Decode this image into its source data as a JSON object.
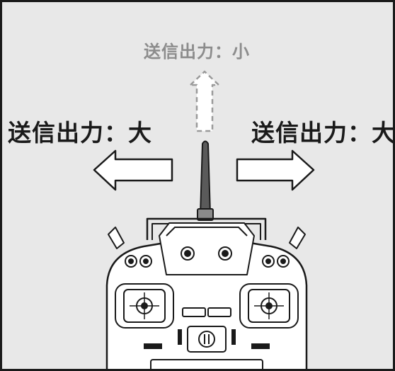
{
  "labels": {
    "forward": "送信出力：小",
    "left": "送信出力：大",
    "right": "送信出力：大"
  },
  "colors": {
    "frame_border": "#1a1a1a",
    "background": "#e8e8e8",
    "faint_text": "#8c8c8c",
    "strong_text": "#1a1a1a",
    "arrow_fill": "#ffffff",
    "arrow_dashed_stroke": "#9a9a9a"
  },
  "icons": {
    "antenna": "antenna-icon",
    "transmitter": "rc-transmitter-icon"
  }
}
